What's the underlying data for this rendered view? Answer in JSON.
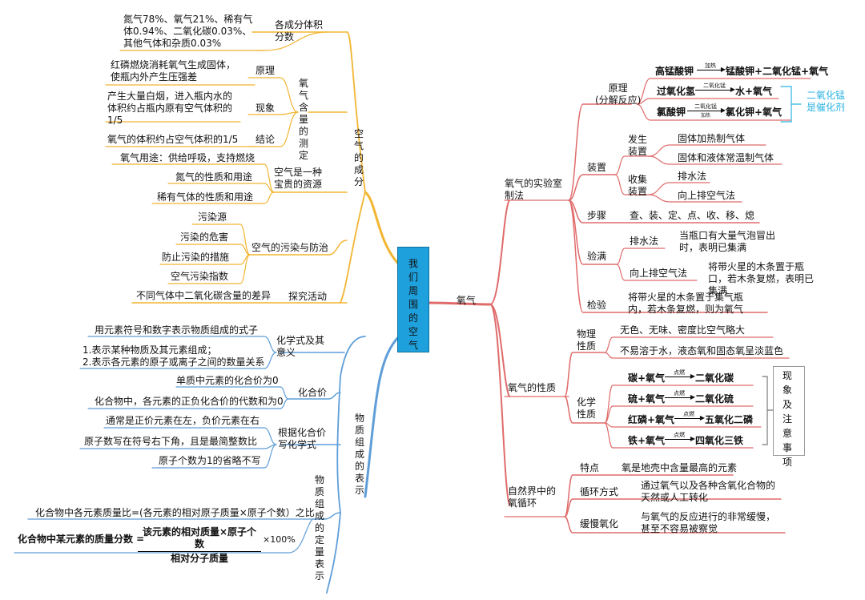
{
  "center": "我们周围的空气",
  "colors": {
    "orange": "#f2b531",
    "blue": "#5f9ed8",
    "red": "#e06b6b",
    "teal": "#2bb3e0",
    "center_bg": "#1ea0dc"
  },
  "air": {
    "title": "空气的成分",
    "composition": {
      "label": "各成分体积分数",
      "text": "氮气78%、氧气21%、稀有气体0.94%、二氧化碳0.03%、其他气体和杂质0.03%"
    },
    "measure": {
      "label": "氧气含量的测定",
      "principle_label": "原理",
      "principle": "红磷燃烧消耗氧气生成固体，使瓶内外产生压强差",
      "phenomenon_label": "现象",
      "phenomenon": "产生大量白烟，进入瓶内水的体积约占瓶内原有空气体积的1/5",
      "conclusion_label": "结论",
      "conclusion": "氧气的体积约占空气体积的1/5"
    },
    "resource": {
      "label": "空气是一种宝贵的资源",
      "items": [
        "氧气用途：供给呼吸，支持燃烧",
        "氮气的性质和用途",
        "稀有气体的性质和用途"
      ]
    },
    "pollution": {
      "label": "空气的污染与防治",
      "items": [
        "污染源",
        "污染的危害",
        "防止污染的措施",
        "空气污染指数"
      ]
    },
    "inquiry": {
      "label": "探究活动",
      "text": "不同气体中二氧化碳含量的差异"
    }
  },
  "matter": {
    "title": "物质组成的表示",
    "formula": {
      "label": "化学式及其意义",
      "def": "用元素符号和数字表示物质组成的式子",
      "meaning1": "1.表示某种物质及其元素组成；",
      "meaning2": "2.表示各元素的原子或离子之间的数量关系"
    },
    "valence": {
      "label": "化合价",
      "items": [
        "单质中元素的化合价为0",
        "化合物中，各元素的正负化合价的代数和为0"
      ]
    },
    "writing": {
      "label": "根据化合价写化学式",
      "items": [
        "通常是正价元素在左，负价元素在右",
        "原子数写在符号右下角，且是最简整数比",
        "原子个数为1的省略不写"
      ]
    },
    "quant": {
      "label": "物质组成的定量表示",
      "ratio": "化合物中各元素质量比=(各元素的相对原子质量×原子个数）之比",
      "frac_prefix": "化合物中某元素的质量分数 =",
      "frac_num": "该元素的相对质量×原子个数",
      "frac_den": "相对分子质量",
      "frac_suffix": "×100%"
    }
  },
  "oxygen": {
    "title": "氧气",
    "lab": {
      "label": "氧气的实验室制法",
      "principle_label": "原理\n(分解反应)",
      "r1": {
        "a": "高锰酸钾",
        "cond": "加热",
        "b": "锰酸钾+二氧化锰+氧气"
      },
      "r2": {
        "a": "过氧化氢",
        "cond": "二氧化锰",
        "b": "水+氧气"
      },
      "r3": {
        "a": "氯酸钾",
        "cond": "二氧化锰",
        "cond2": "加热",
        "b": "氯化钾+氧气"
      },
      "catalyst_note": "二氧化锰是催化剂",
      "device_label": "装置",
      "gen_label": "发生装置",
      "gen_items": [
        "固体加热制气体",
        "固体和液体常温制气体"
      ],
      "collect_label": "收集装置",
      "collect_items": [
        "排水法",
        "向上排空气法"
      ],
      "steps_label": "步骤",
      "steps": "查、装、定、点、收、移、熄",
      "full_label": "验满",
      "full_water_label": "排水法",
      "full_water": "当瓶口有大量气泡冒出时，表明已集满",
      "full_air_label": "向上排空气法",
      "full_air": "将带火星的木条置于瓶口，若木条复燃，表明已集满",
      "test_label": "检验",
      "test": "将带火星的木条置于集气瓶内，若木条复燃，则为氧气"
    },
    "props": {
      "label": "氧气的性质",
      "phys_label": "物理性质",
      "phys": [
        "无色、无味、密度比空气略大",
        "不易溶于水，液态氧和固态氧呈淡蓝色"
      ],
      "chem_label": "化学性质",
      "cond": "点燃",
      "chem": [
        {
          "a": "碳+氧气",
          "b": "二氧化碳"
        },
        {
          "a": "硫+氧气",
          "b": "二氧化硫"
        },
        {
          "a": "红磷+氧气",
          "b": "五氧化二磷"
        },
        {
          "a": "铁+氧气",
          "b": "四氧化三铁"
        }
      ],
      "note": "现象及注意事项"
    },
    "cycle": {
      "label": "自然界中的氧循环",
      "feature_label": "特点",
      "feature": "氧是地壳中含量最高的元素",
      "way_label": "循环方式",
      "way": "通过氧气以及各种含氧化合物的天然或人工转化",
      "slow_label": "缓慢氧化",
      "slow": "与氧气的反应进行的非常缓慢，甚至不容易被察觉"
    }
  }
}
